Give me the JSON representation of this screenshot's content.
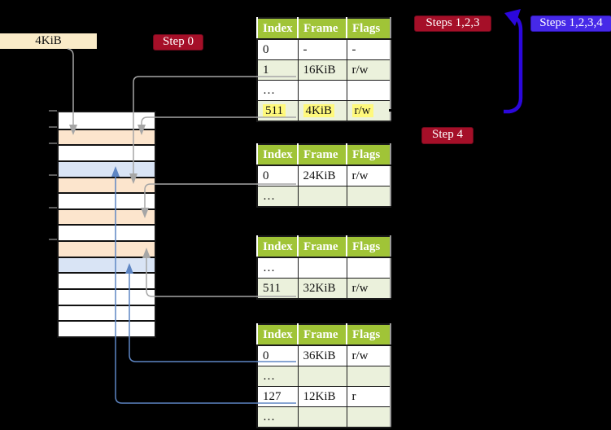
{
  "labels": {
    "frame_label": "4KiB",
    "step0": "Step 0",
    "steps123": "Steps 1,2,3",
    "steps1234": "Steps 1,2,3,4",
    "step4": "Step 4"
  },
  "page_tables": [
    {
      "headers": [
        "Index",
        "Frame",
        "Flags"
      ],
      "rows": [
        {
          "index": "0",
          "frame": "-",
          "flags": "-",
          "shade": "white",
          "highlight": false
        },
        {
          "index": "1",
          "frame": "16KiB",
          "flags": "r/w",
          "shade": "green",
          "highlight": false
        },
        {
          "index": "…",
          "frame": "",
          "flags": "",
          "shade": "white",
          "highlight": false
        },
        {
          "index": "511",
          "frame": "4KiB",
          "flags": "r/w",
          "shade": "green",
          "highlight": true
        }
      ]
    },
    {
      "headers": [
        "Index",
        "Frame",
        "Flags"
      ],
      "rows": [
        {
          "index": "0",
          "frame": "24KiB",
          "flags": "r/w",
          "shade": "white",
          "highlight": false
        },
        {
          "index": "…",
          "frame": "",
          "flags": "",
          "shade": "green",
          "highlight": false
        }
      ]
    },
    {
      "headers": [
        "Index",
        "Frame",
        "Flags"
      ],
      "rows": [
        {
          "index": "…",
          "frame": "",
          "flags": "",
          "shade": "white",
          "highlight": false
        },
        {
          "index": "511",
          "frame": "32KiB",
          "flags": "r/w",
          "shade": "green",
          "highlight": false
        }
      ]
    },
    {
      "headers": [
        "Index",
        "Frame",
        "Flags"
      ],
      "rows": [
        {
          "index": "0",
          "frame": "36KiB",
          "flags": "r/w",
          "shade": "white",
          "highlight": false
        },
        {
          "index": "…",
          "frame": "",
          "flags": "",
          "shade": "green",
          "highlight": false
        },
        {
          "index": "127",
          "frame": "12KiB",
          "flags": "r",
          "shade": "white",
          "highlight": false
        },
        {
          "index": "…",
          "frame": "",
          "flags": "",
          "shade": "green",
          "highlight": false
        }
      ]
    }
  ],
  "memory_strip": {
    "rows": [
      "white",
      "peach",
      "white",
      "blue",
      "peach",
      "white",
      "peach",
      "white",
      "peach",
      "blue",
      "white",
      "white",
      "white",
      "white"
    ]
  },
  "colors": {
    "background": "#000000",
    "table_header_green": "#A0C437",
    "table_row_green": "#EBF1DC",
    "frame_peach": "#FCE5CD",
    "frame_blue": "#D9E4F5",
    "label_cream": "#FAEBC8",
    "highlight_yellow": "#FFF97C",
    "step_crimson": "#A50F28",
    "step_violet": "#4629E8",
    "arrow_gray": "#A6A6A6",
    "arrow_blue": "#5E86C4",
    "arrow_thick_blue": "#2B07DC"
  }
}
